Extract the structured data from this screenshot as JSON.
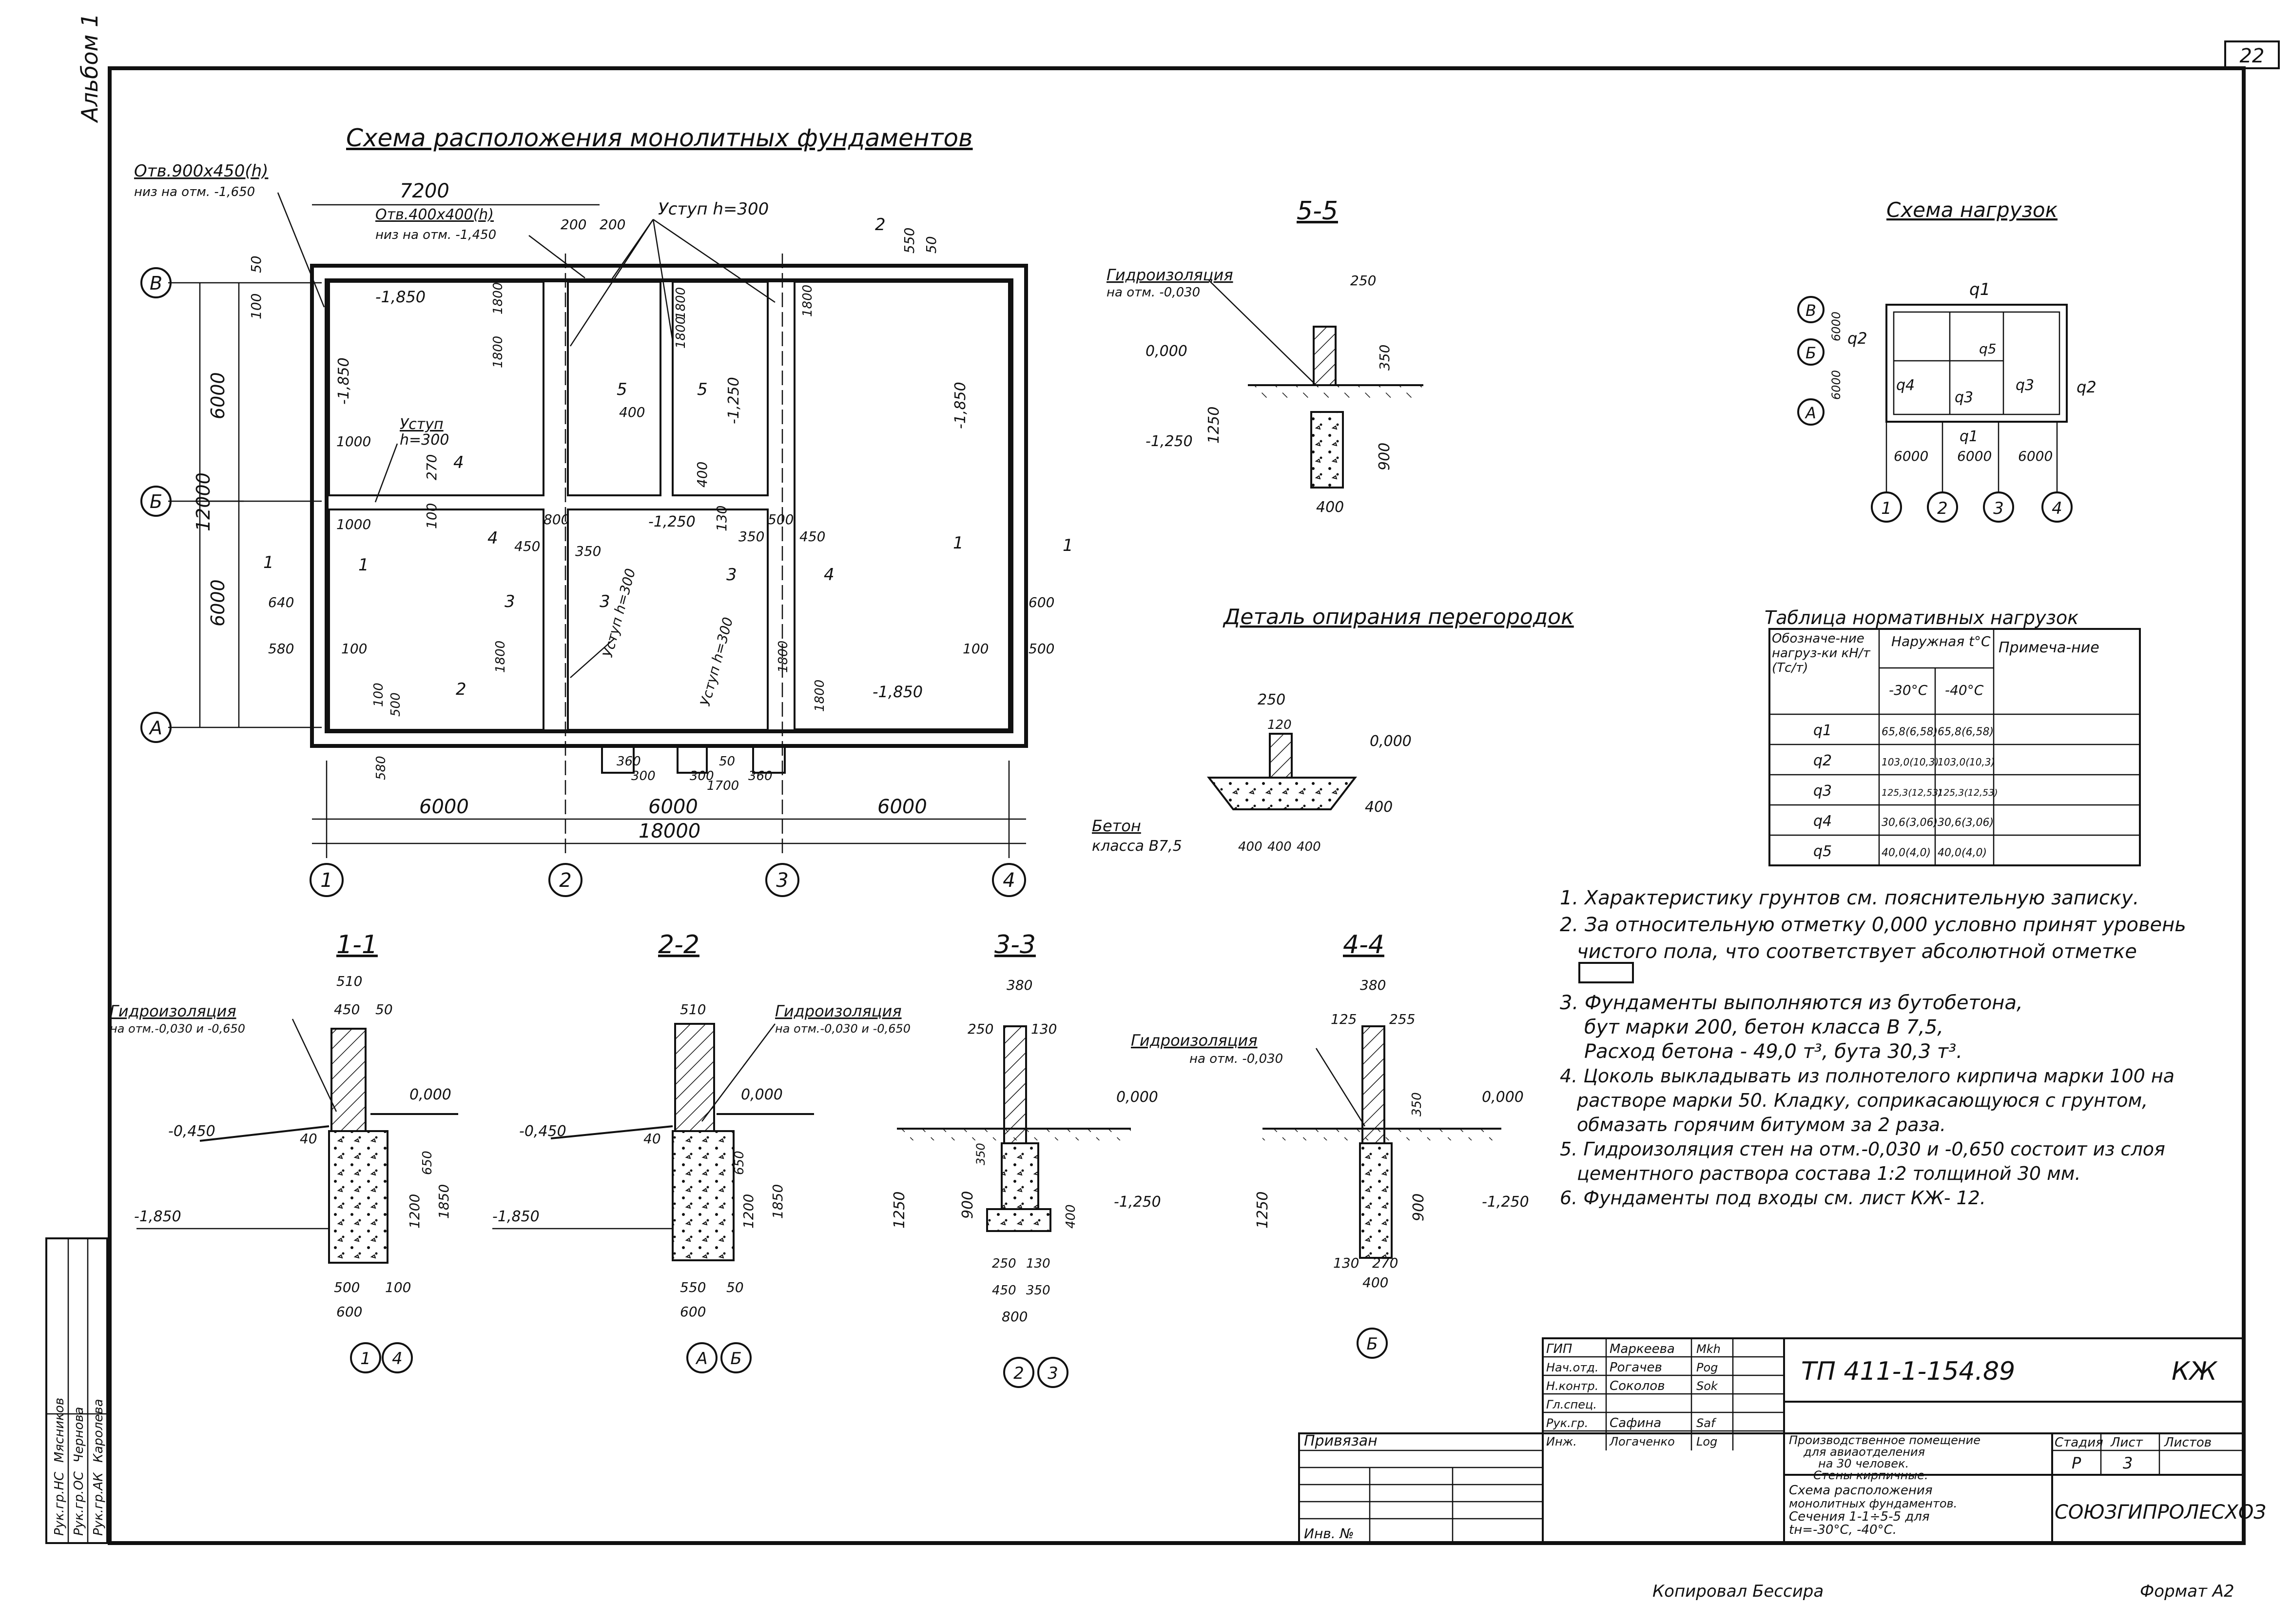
{
  "page": {
    "number": "22",
    "album": "Альбом 1"
  },
  "plan": {
    "title": "Схема расположения монолитных фундаментов",
    "axes_rows": [
      "В",
      "Б",
      "А"
    ],
    "axes_cols": [
      "1",
      "2",
      "3",
      "4"
    ],
    "dims": {
      "d7200": "7200",
      "d12000": "12000",
      "d6000a": "6000",
      "d6000b": "6000",
      "span1": "6000",
      "span2": "6000",
      "span3": "6000",
      "total": "18000",
      "d200a": "200",
      "d200b": "200",
      "d550": "550",
      "d50a": "50",
      "d50b": "50",
      "d100a": "100",
      "d1000a": "1000",
      "d1000b": "1000",
      "d270": "270",
      "d100b": "100",
      "d800": "800",
      "d450": "450",
      "d350a": "350",
      "d350b": "350",
      "d130": "130",
      "d500a": "500",
      "d450b": "450",
      "d640": "640",
      "d580": "580",
      "d100c": "100",
      "d400a": "400",
      "d400b": "400",
      "d600": "600",
      "d100d": "100",
      "d500b": "500",
      "d1800a": "1800",
      "d1800b": "1800",
      "d1800c": "1800",
      "d1800d": "1800",
      "d1800e": "1800",
      "d1800f": "1800",
      "d1800g": "1800",
      "d1800h": "1800",
      "d580b": "580",
      "d300a": "300",
      "d300b": "300",
      "d1700": "1700",
      "d360a": "360",
      "d360b": "360",
      "d50c": "50",
      "d500c": "500",
      "d100e": "100"
    },
    "elevations": {
      "e1": "-1,850",
      "e2": "-1,850",
      "e3": "-1,250",
      "e4": "-1,850",
      "e5": "-1,250",
      "e6": "-1,850"
    },
    "notes": {
      "opening1": "Отв.900х450(h)",
      "opening1_sub": "низ на отм. -1,650",
      "opening2": "Отв.400х400(h)",
      "opening2_sub": "низ на отм. -1,450",
      "step1": "Уступ h=300",
      "step2": "Уступ",
      "step2_h": "h=300",
      "step3": "Уступ h=300",
      "step4": "Уступ h=300"
    },
    "cut_marks": [
      "1",
      "1",
      "2",
      "3",
      "3",
      "4",
      "4",
      "5",
      "5",
      "1",
      "1",
      "2",
      "3",
      "4"
    ]
  },
  "section55": {
    "title": "5-5",
    "hydro": "Гидроизоляция",
    "hydro_sub": "на отм. -0,030",
    "d250": "250",
    "d350": "350",
    "d1250": "1250",
    "d900": "900",
    "d400": "400",
    "zero": "0,000",
    "bottom": "-1,250"
  },
  "detail": {
    "title": "Деталь опирания перегородок",
    "d250": "250",
    "d120": "120",
    "zero": "0,000",
    "d400": "400",
    "b1": "400",
    "b2": "400",
    "b3": "400",
    "concrete": "Бетон",
    "concrete_sub": "класса В7,5"
  },
  "loads": {
    "title": "Схема нагрузок",
    "rows": [
      "В",
      "Б",
      "А"
    ],
    "cols": [
      "1",
      "2",
      "3",
      "4"
    ],
    "side": [
      "6000",
      "6000"
    ],
    "bottom": [
      "6000",
      "6000",
      "6000"
    ],
    "labels": [
      "q1",
      "q2",
      "q5",
      "q4",
      "q3",
      "q3",
      "q2",
      "q1"
    ]
  },
  "load_table": {
    "title": "Таблица нормативных нагрузок",
    "h1": "Обозначе-ние нагруз-ки кН/т (Тс/т)",
    "h2": "Наружная t°C",
    "h3": "Примеча-ние",
    "h_a": "-30°С",
    "h_b": "-40°С",
    "rows": [
      {
        "q": "q1",
        "a": "65,8(6,58)",
        "b": "65,8(6,58)"
      },
      {
        "q": "q2",
        "a": "103,0(10,3)",
        "b": "103,0(10,3)"
      },
      {
        "q": "q3",
        "a": "125,3(12,53)",
        "b": "125,3(12,53)"
      },
      {
        "q": "q4",
        "a": "30,6(3,06)",
        "b": "30,6(3,06)"
      },
      {
        "q": "q5",
        "a": "40,0(4,0)",
        "b": "40,0(4,0)"
      }
    ]
  },
  "notes_list": [
    "1. Характеристику грунтов см. пояснительную записку.",
    "2. За относительную отметку 0,000 условно принят уровень",
    "чистого пола, что соответствует абсолютной отметке",
    "3. Фундаменты выполняются из бутобетона,",
    "бут марки 200, бетон класса В 7,5,",
    "Расход бетона - 49,0 т³, бута 30,3 т³.",
    "4. Цоколь выкладывать из полнотелого кирпича марки 100 на",
    "растворе марки 50. Кладку, соприкасающуюся с грунтом,",
    "обмазать горячим битумом за 2 раза.",
    "5. Гидроизоляция стен на отм.-0,030 и -0,650 состоит из слоя",
    "цементного раствора состава 1:2 толщиной 30 мм.",
    "6. Фундаменты под входы см. лист КЖ- 12."
  ],
  "sections": [
    {
      "title": "1-1",
      "hydro": "Гидроизоляция",
      "hydro_sub": "на отм.-0,030 и -0,650",
      "top1": "510",
      "top2": "450",
      "top3": "50",
      "zero": "0,000",
      "left_el": "-0,450",
      "d40": "40",
      "d650": "650",
      "d1200": "1200",
      "d1850": "1850",
      "bottom": "-1,850",
      "b1": "500",
      "b2": "100",
      "b3": "600",
      "ax1": "1",
      "ax2": "4"
    },
    {
      "title": "2-2",
      "hydro": "Гидроизоляция",
      "hydro_sub": "на отм.-0,030 и -0,650",
      "top1": "510",
      "zero": "0,000",
      "left_el": "-0,450",
      "d40": "40",
      "d650": "650",
      "d1200": "1200",
      "d1850": "1850",
      "bottom": "-1,850",
      "b1": "550",
      "b2": "50",
      "b3": "600",
      "ax1": "А",
      "ax2": "Б"
    },
    {
      "title": "3-3",
      "top1": "380",
      "top2": "250",
      "top3": "130",
      "zero": "0,000",
      "d350": "350",
      "d1250": "1250",
      "d900": "900",
      "d400": "400",
      "bottom": "-1,250",
      "b1": "250",
      "b2": "130",
      "b3": "450",
      "b4": "350",
      "b5": "800",
      "ax1": "2",
      "ax2": "3"
    },
    {
      "title": "4-4",
      "hydro": "Гидроизоляция",
      "hydro_sub": "на отм. -0,030",
      "top1": "380",
      "top2": "125",
      "top3": "255",
      "zero": "0,000",
      "d350": "350",
      "d1250": "1250",
      "d900": "900",
      "bottom": "-1,250",
      "b1": "130",
      "b2": "270",
      "b3": "400",
      "ax1": "Б"
    }
  ],
  "stamp": {
    "code": "ТП   411-1-154.89",
    "mark": "КЖ",
    "roles": [
      "ГИП",
      "Нач.отд.",
      "Н.контр.",
      "Гл.спец.",
      "Рук.гр.",
      "Инж."
    ],
    "names": [
      "Маркеева",
      "Рогачев",
      "Соколов",
      "",
      "Сафина",
      "Логаченко"
    ],
    "signs": [
      "Mkh",
      "Pog",
      "Sok",
      "",
      "Saf",
      "Log"
    ],
    "project": [
      "Производственное помещение",
      "для авиаотделения",
      "на 30 человек.",
      "Стены кирпичные."
    ],
    "sheet_title": [
      "Схема расположения",
      "монолитных фундаментов.",
      "Сечения 1-1÷5-5 для",
      "tн=-30°С, -40°С."
    ],
    "stage_h": "Стадия",
    "sheet_h": "Лист",
    "sheets_h": "Листов",
    "stage": "Р",
    "sheet": "3",
    "org": "СОЮЗГИПРОЛЕСХОЗ",
    "bound": "Привязан",
    "inv": "Инв. №"
  },
  "side_stamp": [
    "Рук.гр.НС",
    "Рук.гр.ОС",
    "Рук.гр.АК",
    "Мясников",
    "Чернова",
    "Каролева"
  ],
  "footer": {
    "copied": "Копировал Бессира",
    "format": "Формат А2"
  }
}
